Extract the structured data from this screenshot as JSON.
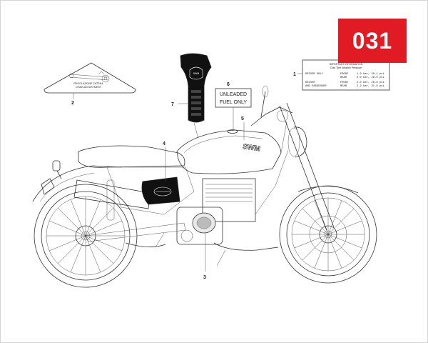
{
  "page_number": "031",
  "colors": {
    "badge": "#e01b23",
    "ink": "#333333",
    "decal": "#111111"
  },
  "callouts": [
    {
      "id": "1",
      "label": "1"
    },
    {
      "id": "2",
      "label": "2"
    },
    {
      "id": "3",
      "label": "3"
    },
    {
      "id": "4",
      "label": "4"
    },
    {
      "id": "5",
      "label": "5"
    },
    {
      "id": "6",
      "label": "6"
    },
    {
      "id": "7",
      "label": "7"
    }
  ],
  "fuel_label": {
    "line1": "UNLEADED",
    "line2": "FUEL ONLY"
  },
  "tire_label": {
    "title": "IMPORTANT INFORMATION",
    "subtitle": "Cold Tyre Inflation Pressure",
    "rows": [
      {
        "rider": "DRIVER ONLY",
        "position": "FRONT",
        "value": "1.9 bar, 28.1 psi"
      },
      {
        "rider": "",
        "position": "REAR",
        "value": "2.0 bar, 29.0 psi"
      },
      {
        "rider": "DRIVER",
        "position": "FRONT",
        "value": "2.0 bar, 29.0 psi"
      },
      {
        "rider": "AND PASSENGER",
        "position": "REAR",
        "value": "2.2 bar, 31.9 psi"
      }
    ]
  },
  "chain_decal": {
    "line1": "REGOLAZIONE CATENA",
    "line2": "CHAIN ADJUSTMENT"
  },
  "tank_brand": "SWM"
}
